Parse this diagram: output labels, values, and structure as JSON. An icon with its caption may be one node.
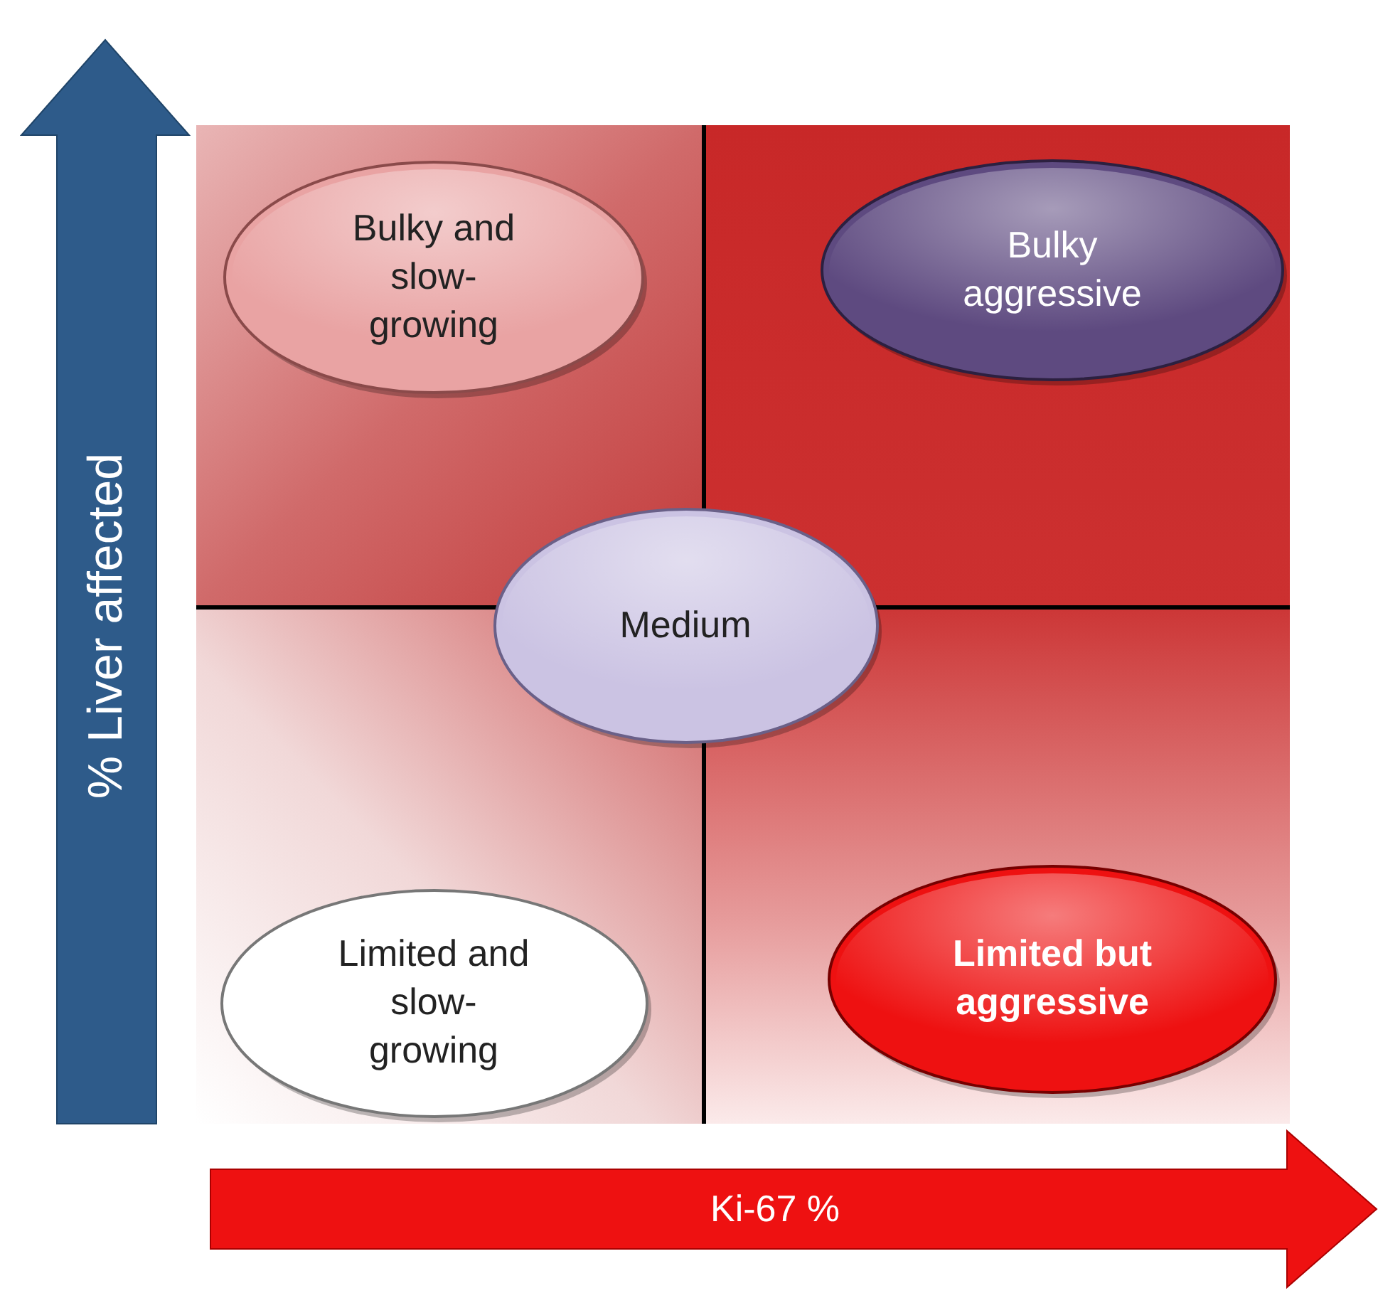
{
  "diagram": {
    "nodes": [
      {
        "text": [
          "Bulky and slow-growing"
        ]
      },
      {
        "text": [
          "Bulky aggressive"
        ]
      },
      {
        "text": [
          "Medium"
        ]
      },
      {
        "text": [
          "Limited and slow-growing"
        ]
      },
      {
        "text": [
          "Limited but aggressive"
        ]
      }
    ],
    "labels": [
      "% Liver affected",
      "Ki-67 %"
    ]
  }
}
